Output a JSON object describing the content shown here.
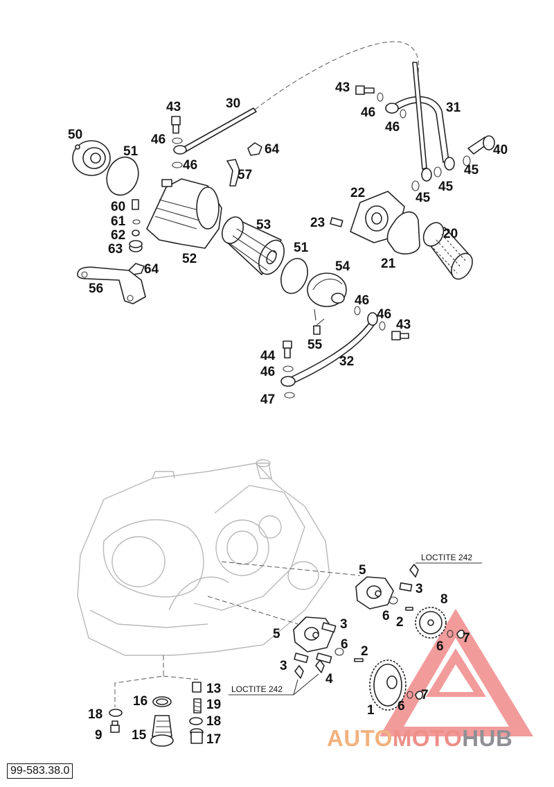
{
  "reference_number": "99-583.38.0",
  "watermark": {
    "part1": "AUTO",
    "part2": "MOTO",
    "part3": "HUB",
    "colors": {
      "auto": "#f2b27e",
      "moto": "#ee8f8a",
      "hub": "#8f8f96",
      "triangle": "#f08a8a"
    }
  },
  "notes": {
    "loctite_upper": "LOCTITE 242",
    "loctite_lower": "LOCTITE 242"
  },
  "callouts": {
    "c43a": "43",
    "c30": "30",
    "c43b": "43",
    "c31": "31",
    "c50": "50",
    "c51a": "51",
    "c46a": "46",
    "c46b": "46",
    "c46c": "46",
    "c46d": "46",
    "c64a": "64",
    "c57": "57",
    "c40": "40",
    "c45a": "45",
    "c45b": "45",
    "c45c": "45",
    "c60": "60",
    "c61": "61",
    "c62": "62",
    "c63": "63",
    "c64b": "64",
    "c52": "52",
    "c53": "53",
    "c22": "22",
    "c23": "23",
    "c20": "20",
    "c21": "21",
    "c51b": "51",
    "c54": "54",
    "c56": "56",
    "c46e": "46",
    "c46f": "46",
    "c43c": "43",
    "c55": "55",
    "c44": "44",
    "c46g": "46",
    "c32": "32",
    "c47": "47",
    "c5a": "5",
    "c3a": "3",
    "c8": "8",
    "c6a": "6",
    "c2a": "2",
    "c7a": "7",
    "c6b": "6",
    "c5b": "5",
    "c3b": "3",
    "c6c": "6",
    "c2b": "2",
    "c3c": "3",
    "c4": "4",
    "c7b": "7",
    "c6d": "6",
    "c1": "1",
    "c13": "13",
    "c16": "16",
    "c19": "19",
    "c18a": "18",
    "c18b": "18",
    "c9": "9",
    "c15": "15",
    "c17": "17"
  }
}
